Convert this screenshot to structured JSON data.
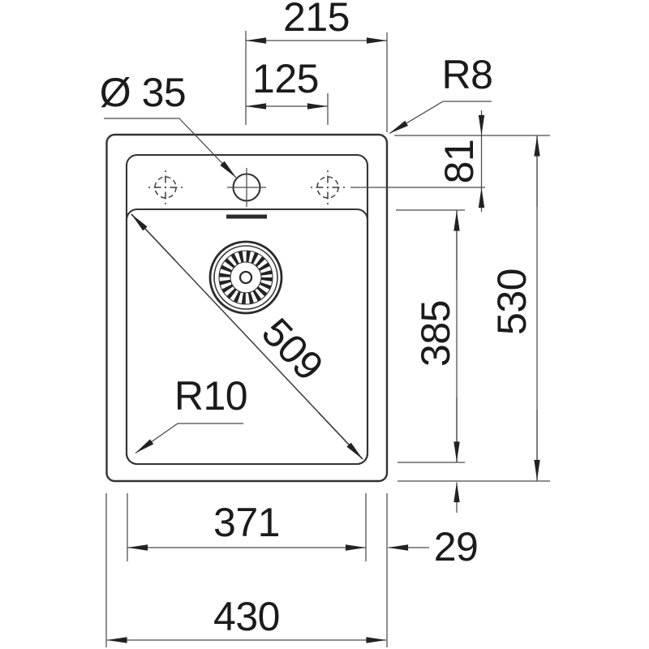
{
  "drawing": {
    "subject": "sink-top-view-dimension-drawing",
    "units_shown": "mm"
  },
  "dimensions": {
    "center_to_right_edge": {
      "label": "215"
    },
    "hole_spacing": {
      "label": "125"
    },
    "hole_diameter": {
      "label": "Ø 35"
    },
    "outer_corner_radius": {
      "label": "R8"
    },
    "top_edge_to_hole_axis": {
      "label": "81"
    },
    "bowl_depth": {
      "label": "385"
    },
    "overall_depth": {
      "label": "530"
    },
    "bowl_diagonal": {
      "label": "509"
    },
    "bowl_corner_radius": {
      "label": "R10"
    },
    "bowl_width": {
      "label": "371"
    },
    "edge_margin": {
      "label": "29"
    },
    "overall_width": {
      "label": "430"
    }
  },
  "colors": {
    "background": "#ffffff",
    "outline": "#333333",
    "dimension_lines": "#4a4a4a",
    "text": "#1b1b1b"
  }
}
